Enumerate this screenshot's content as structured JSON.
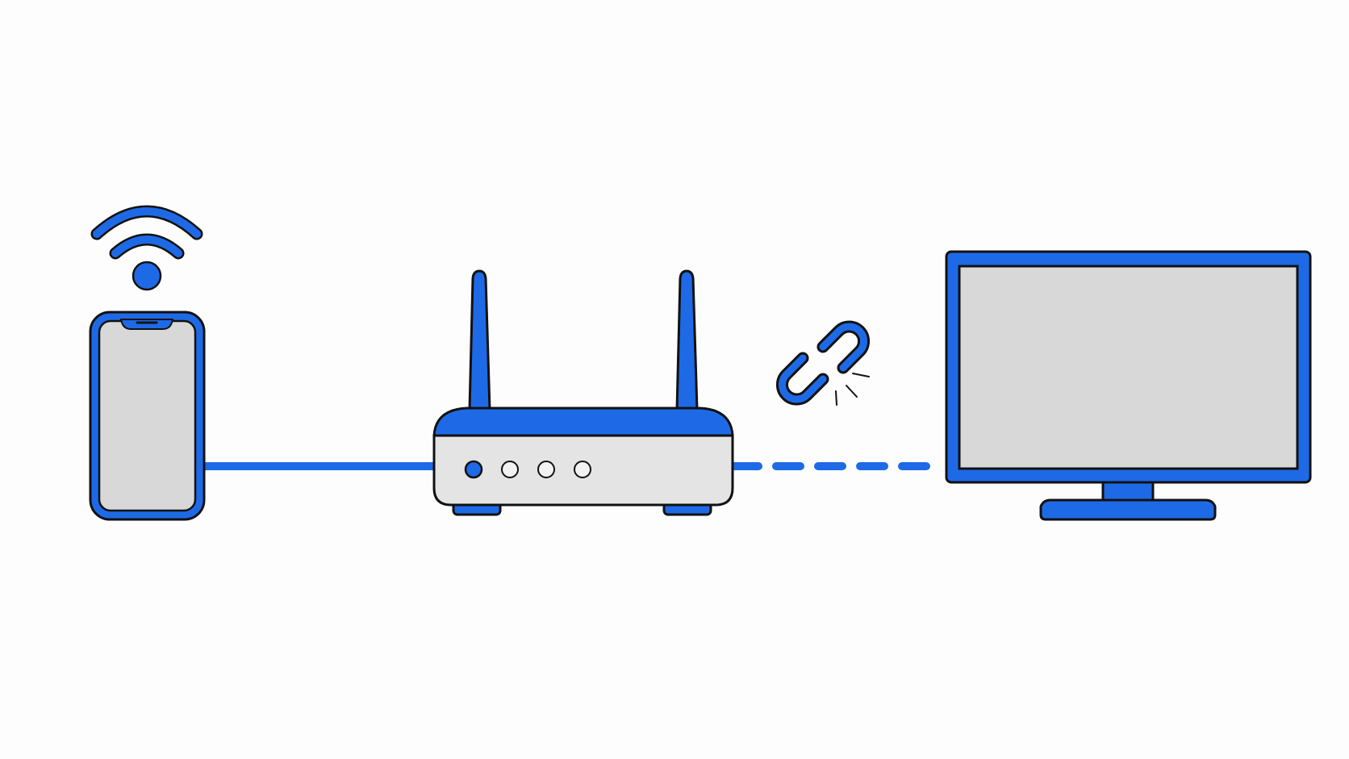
{
  "diagram": {
    "nodes": [
      {
        "id": "phone",
        "kind": "smartphone",
        "icon": "smartphone-icon",
        "status": "wifi-connected"
      },
      {
        "id": "router",
        "kind": "wireless-router",
        "icon": "router-icon",
        "indicator_lights": 4,
        "lit_indicators": 1
      },
      {
        "id": "tv",
        "kind": "monitor",
        "icon": "monitor-icon"
      }
    ],
    "links": [
      {
        "from": "phone",
        "to": "router",
        "style": "solid",
        "state": "connected"
      },
      {
        "from": "router",
        "to": "tv",
        "style": "dashed",
        "state": "disconnected",
        "icon": "broken-link-icon"
      }
    ],
    "icons": [
      "wifi-icon",
      "smartphone-icon",
      "router-icon",
      "broken-link-icon",
      "monitor-icon"
    ]
  },
  "colors": {
    "accent": "#1e6ae6",
    "outline": "#111111",
    "screen_fill": "#d8d8d8",
    "body_fill": "#e4e4e4",
    "background": "#fdfdfd"
  }
}
